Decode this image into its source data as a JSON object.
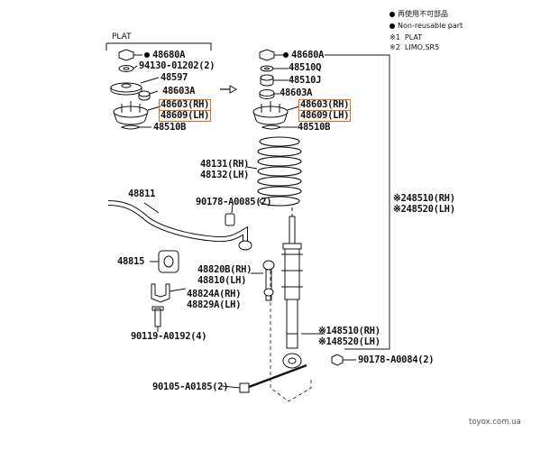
{
  "legend": {
    "reuse": "再使用不可部品",
    "nonreuse": "Non-reusable part",
    "note1_mark": "※1",
    "note1_text": "PLAT",
    "note2_mark": "※2",
    "note2_text": "LIMO,SR5"
  },
  "plat_box_title": "PLAT",
  "labels": {
    "l_48680A": "48680A",
    "l_94130": "94130-01202(2)",
    "l_48597": "48597",
    "l_48603A": "48603A",
    "l_48603rh": "48603(RH)",
    "l_48609lh": "48609(LH)",
    "l_48510B": "48510B",
    "r_48680A": "48680A",
    "r_48510Q": "48510Q",
    "r_48510J": "48510J",
    "r_48603A": "48603A",
    "r_48603rh": "48603(RH)",
    "r_48609lh": "48609(LH)",
    "r_48510B": "48510B",
    "spring_rh": "48131(RH)",
    "spring_lh": "48132(LH)",
    "stab": "48811",
    "nut_90178_85": "90178-A0085(2)",
    "bush": "48815",
    "link_rh": "48820B(RH)",
    "link_lh": "48810(LH)",
    "bracket_rh": "48824A(RH)",
    "bracket_lh": "48829A(LH)",
    "bolt_90119": "90119-A0192(4)",
    "assy_rh": "48510(RH)",
    "assy_lh": "48520(LH)",
    "absorber_rh": "48510(RH)",
    "absorber_lh": "48520(LH)",
    "nut_90178_84": "90178-A0084(2)",
    "bolt_90105": "90105-A0185(2)"
  },
  "marks": {
    "x1": "※1",
    "x2": "※2"
  },
  "watermark": "toyox.com.ua",
  "colors": {
    "highlight": "#e46a1a",
    "ink": "#111111"
  }
}
